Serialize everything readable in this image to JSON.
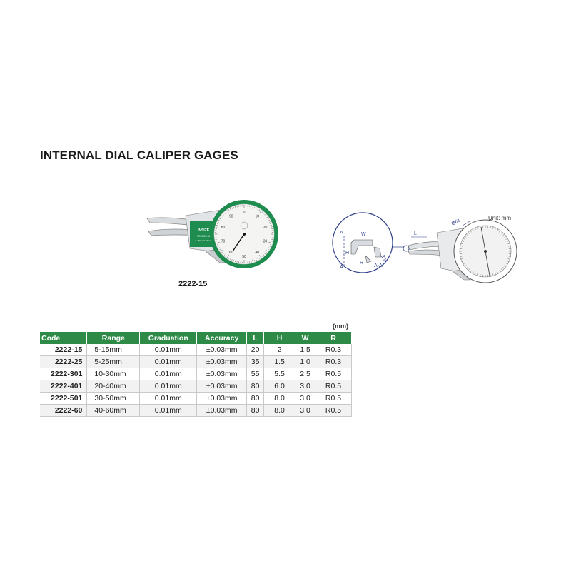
{
  "title": "INTERNAL DIAL CALIPER GAGES",
  "product": {
    "model_label": "2222-15",
    "brand": "INSIZE",
    "dial_text_no": "NO. 2222-15",
    "dial_text_range": "5-15mm  0.01mm",
    "dial_numbers": [
      "0",
      "10",
      "20",
      "30",
      "40",
      "50",
      "60",
      "70",
      "80",
      "90"
    ]
  },
  "diagram": {
    "unit_label": "Unit: mm",
    "labels": {
      "A_top": "A",
      "A_bottom": "A",
      "W": "W",
      "H": "H",
      "R": "R",
      "AA": "A-A",
      "angle": "30°",
      "L": "L",
      "dial_dia": "Ø61"
    }
  },
  "table": {
    "unit_note": "(mm)",
    "headers": [
      "Code",
      "Range",
      "Graduation",
      "Accuracy",
      "L",
      "H",
      "W",
      "R"
    ],
    "rows": [
      [
        "2222-15",
        "5-15mm",
        "0.01mm",
        "±0.03mm",
        "20",
        "2",
        "1.5",
        "R0.3"
      ],
      [
        "2222-25",
        "5-25mm",
        "0.01mm",
        "±0.03mm",
        "35",
        "1.5",
        "1.0",
        "R0.3"
      ],
      [
        "2222-301",
        "10-30mm",
        "0.01mm",
        "±0.03mm",
        "55",
        "5.5",
        "2.5",
        "R0.5"
      ],
      [
        "2222-401",
        "20-40mm",
        "0.01mm",
        "±0.03mm",
        "80",
        "6.0",
        "3.0",
        "R0.5"
      ],
      [
        "2222-501",
        "30-50mm",
        "0.01mm",
        "±0.03mm",
        "80",
        "8.0",
        "3.0",
        "R0.5"
      ],
      [
        "2222-60",
        "40-60mm",
        "0.01mm",
        "±0.03mm",
        "80",
        "8.0",
        "3.0",
        "R0.5"
      ]
    ]
  },
  "colors": {
    "brand_green": "#2e8a47",
    "dial_green": "#1e8c4e"
  }
}
